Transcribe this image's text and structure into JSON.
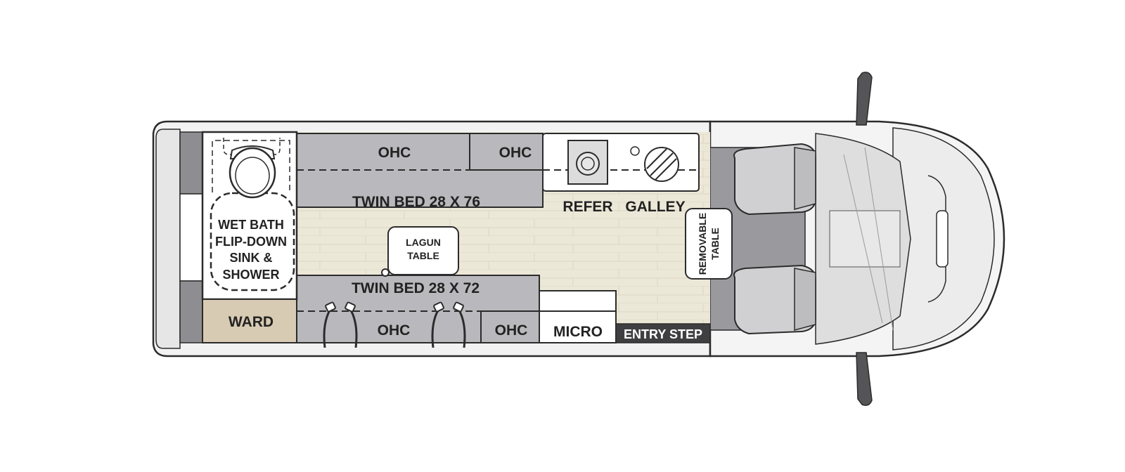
{
  "labels": {
    "ohc_rear_top": "OHC",
    "ohc_front_top": "OHC",
    "twin_bed_top": "TWIN BED 28 X 76",
    "refer": "REFER",
    "galley": "GALLEY",
    "wet_bath_1": "WET BATH",
    "wet_bath_2": "FLIP-DOWN",
    "wet_bath_3": "SINK &",
    "wet_bath_4": "SHOWER",
    "lagun_1": "LAGUN",
    "lagun_2": "TABLE",
    "removable_1": "REMOVABLE",
    "removable_2": "TABLE",
    "twin_bed_bottom": "TWIN BED 28 X 72",
    "ward": "WARD",
    "ohc_rear_bottom": "OHC",
    "ohc_front_bottom": "OHC",
    "micro": "MICRO",
    "entry_step": "ENTRY STEP"
  },
  "colors": {
    "outline": "#2b2b2b",
    "cabinet_gray": "#b9b9bd",
    "dark_gray": "#8e8e92",
    "floor_wood": "#ece8d8",
    "ward_tan": "#d8cbb3",
    "entry_step": "#3f3f41",
    "cab_floor": "#9a9a9e",
    "body_fill": "#f2f2f2"
  }
}
